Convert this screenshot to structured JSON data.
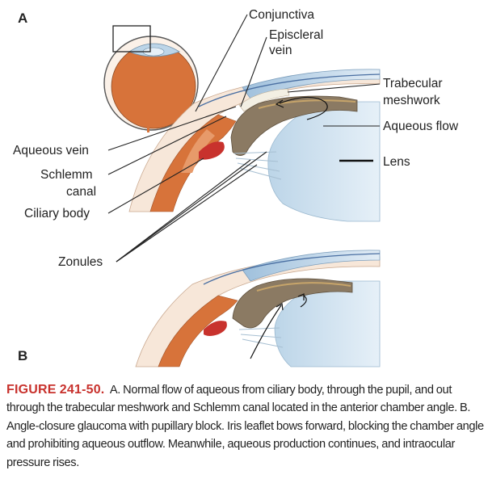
{
  "panels": {
    "a": "A",
    "b": "B"
  },
  "labels": {
    "conjunctiva": "Conjunctiva",
    "episcleral_1": "Episcleral",
    "episcleral_2": "vein",
    "trabecular_1": "Trabecular",
    "trabecular_2": "meshwork",
    "aqueous_flow": "Aqueous flow",
    "lens": "Lens",
    "aqueous_vein": "Aqueous vein",
    "schlemm_1": "Schlemm",
    "schlemm_2": "canal",
    "ciliary_body": "Ciliary body",
    "zonules": "Zonules"
  },
  "caption": {
    "figure_label": "FIGURE 241-50.",
    "text": "A. Normal flow of aqueous from ciliary body, through the pupil, and out through the trabecular meshwork and Schlemm canal located in the anterior chamber angle. B. Angle-closure glaucoma with pupillary block. Iris leaflet bows forward, blocking the chamber angle and prohibiting aqueous outflow. Meanwhile, aqueous production continues, and intraocular pressure rises."
  },
  "colors": {
    "sclera": "#f7e7d9",
    "choroid": "#d7733a",
    "iris": "#8b7a63",
    "cornea": "#c8dcea",
    "lens": "#d6e7f2",
    "accent": "#c8322d"
  }
}
